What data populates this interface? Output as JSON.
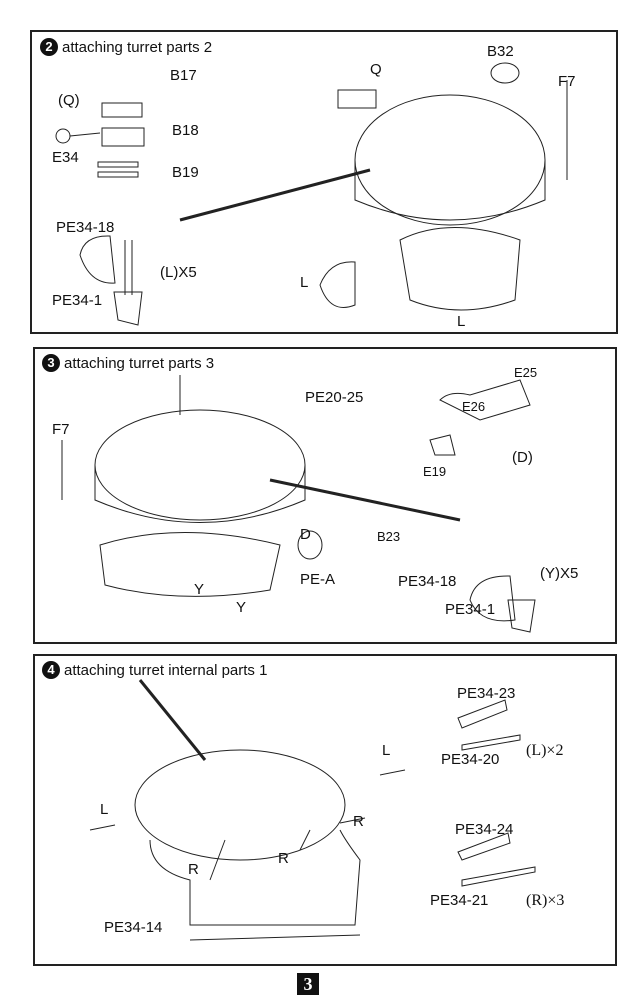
{
  "steps": [
    {
      "number": "2",
      "title": "attaching turret parts 2",
      "labels": {
        "q_sub": "(Q)",
        "b17": "B17",
        "b18": "B18",
        "e34": "E34",
        "b19": "B19",
        "pe34_18": "PE34-18",
        "lx5": "(L)X5",
        "pe34_1": "PE34-1",
        "q": "Q",
        "b32": "B32",
        "f7": "F7",
        "l1": "L",
        "l2": "L"
      }
    },
    {
      "number": "3",
      "title": "attaching turret parts 3",
      "labels": {
        "pe20_25": "PE20-25",
        "f7": "F7",
        "e26": "E26",
        "e25": "E25",
        "e19": "E19",
        "d_sub": "(D)",
        "d": "D",
        "b23": "B23",
        "pe_a": "PE-A",
        "pe34_18": "PE34-18",
        "yx5": "(Y)X5",
        "pe34_1": "PE34-1",
        "y1": "Y",
        "y2": "Y"
      }
    },
    {
      "number": "4",
      "title": "attaching turret internal  parts 1",
      "labels": {
        "pe34_23": "PE34-23",
        "pe34_20": "PE34-20",
        "lx2": "(L)×2",
        "pe34_24": "PE34-24",
        "pe34_21": "PE34-21",
        "rx3": "(R)×3",
        "l1": "L",
        "l2": "L",
        "r1": "R",
        "r2": "R",
        "r3": "R",
        "pe34_14": "PE34-14"
      }
    }
  ],
  "page_number": "3"
}
